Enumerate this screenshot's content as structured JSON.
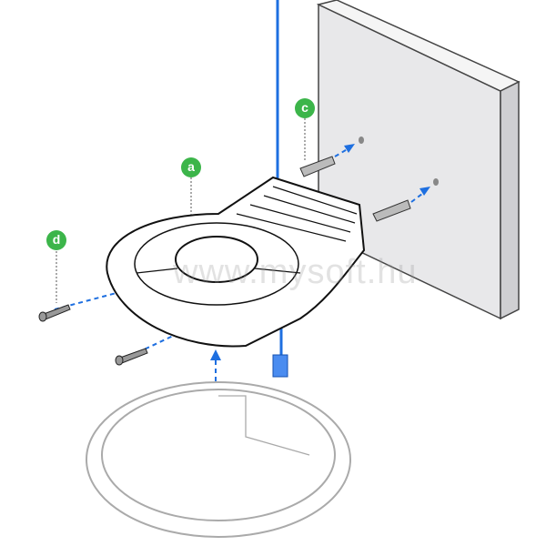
{
  "callouts": {
    "a": "a",
    "c": "c",
    "d": "d"
  },
  "watermark": "www.mysoft.hu",
  "colors": {
    "callout": "#3cb54a",
    "cable": "#1e6fe0",
    "wall": "#e6e6e8"
  }
}
